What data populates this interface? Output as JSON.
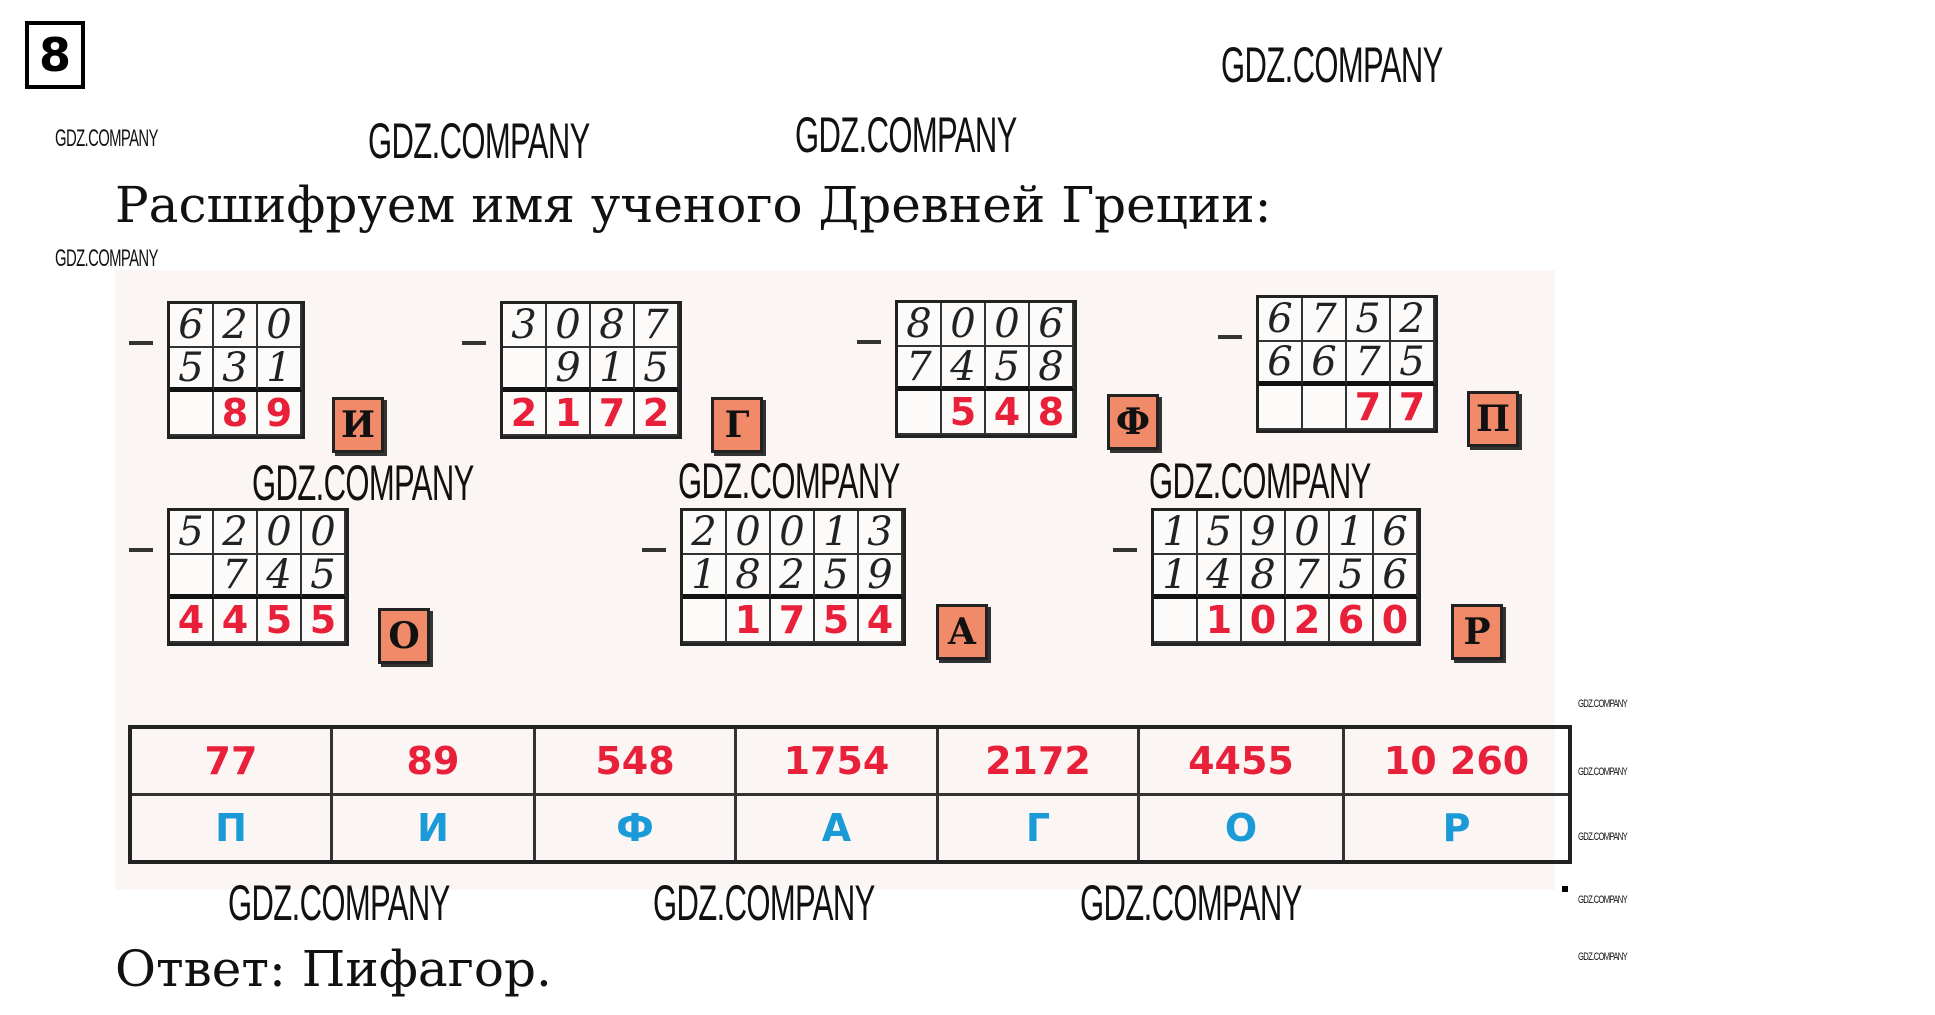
{
  "task_number": "8",
  "title": "Расшифруем имя ученого Древней Греции:",
  "watermark": "GDZ.COMPANY",
  "puzzles": [
    {
      "top": "620",
      "bottom": "531",
      "result": "89",
      "letter": "И",
      "cols": 3
    },
    {
      "top": "3087",
      "bottom": "915",
      "result": "2172",
      "letter": "Г",
      "cols": 4
    },
    {
      "top": "8006",
      "bottom": "7458",
      "result": "548",
      "letter": "Ф",
      "cols": 4
    },
    {
      "top": "6752",
      "bottom": "6675",
      "result": "77",
      "letter": "П",
      "cols": 4
    },
    {
      "top": "5200",
      "bottom": "745",
      "result": "4455",
      "letter": "О",
      "cols": 4
    },
    {
      "top": "20013",
      "bottom": "18259",
      "result": "1754",
      "letter": "А",
      "cols": 5
    },
    {
      "top": "159016",
      "bottom": "148756",
      "result": "10260",
      "letter": "Р",
      "cols": 6
    }
  ],
  "key_table": {
    "values": [
      "77",
      "89",
      "548",
      "1754",
      "2172",
      "4455",
      "10 260"
    ],
    "letters": [
      "П",
      "И",
      "Ф",
      "А",
      "Г",
      "О",
      "Р"
    ]
  },
  "answer": "Ответ: Пифагор."
}
